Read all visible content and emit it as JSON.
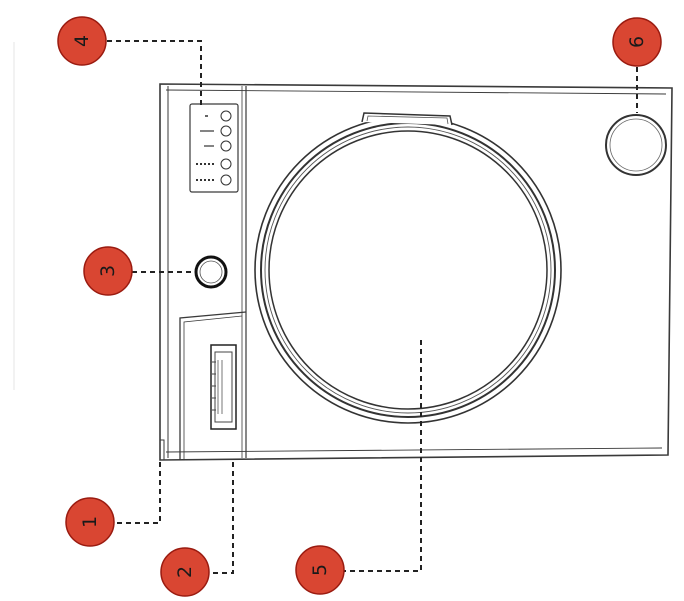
{
  "colors": {
    "callout_fill": "#d94632",
    "callout_stroke": "#9a1b10",
    "line": "#3a3a3a",
    "background": "#ffffff"
  },
  "callouts": [
    {
      "number": "1"
    },
    {
      "number": "2"
    },
    {
      "number": "3"
    },
    {
      "number": "4"
    },
    {
      "number": "5"
    },
    {
      "number": "6"
    }
  ],
  "indicator_panel": {
    "rows": 5
  }
}
